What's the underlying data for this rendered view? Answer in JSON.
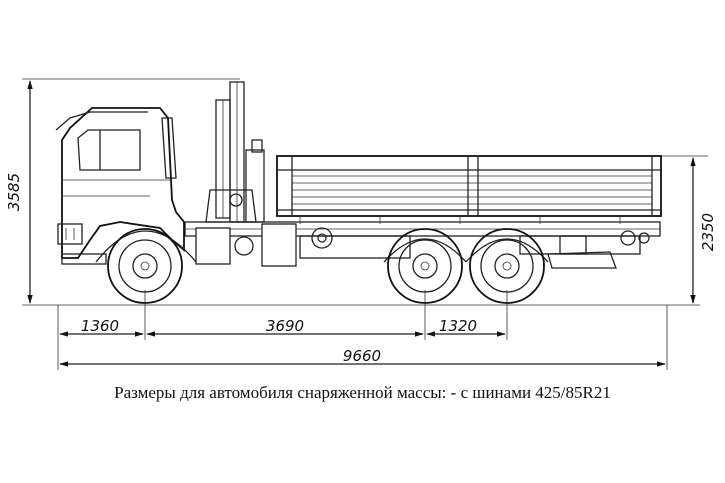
{
  "dimensions": {
    "overall_height": "3585",
    "platform_height": "2350",
    "front_overhang": "1360",
    "wheelbase": "3690",
    "rear_axle_spacing": "1320",
    "overall_length": "9660"
  },
  "caption": "Размеры для автомобиля снаряженной массы: - с шинами 425/85R21"
}
